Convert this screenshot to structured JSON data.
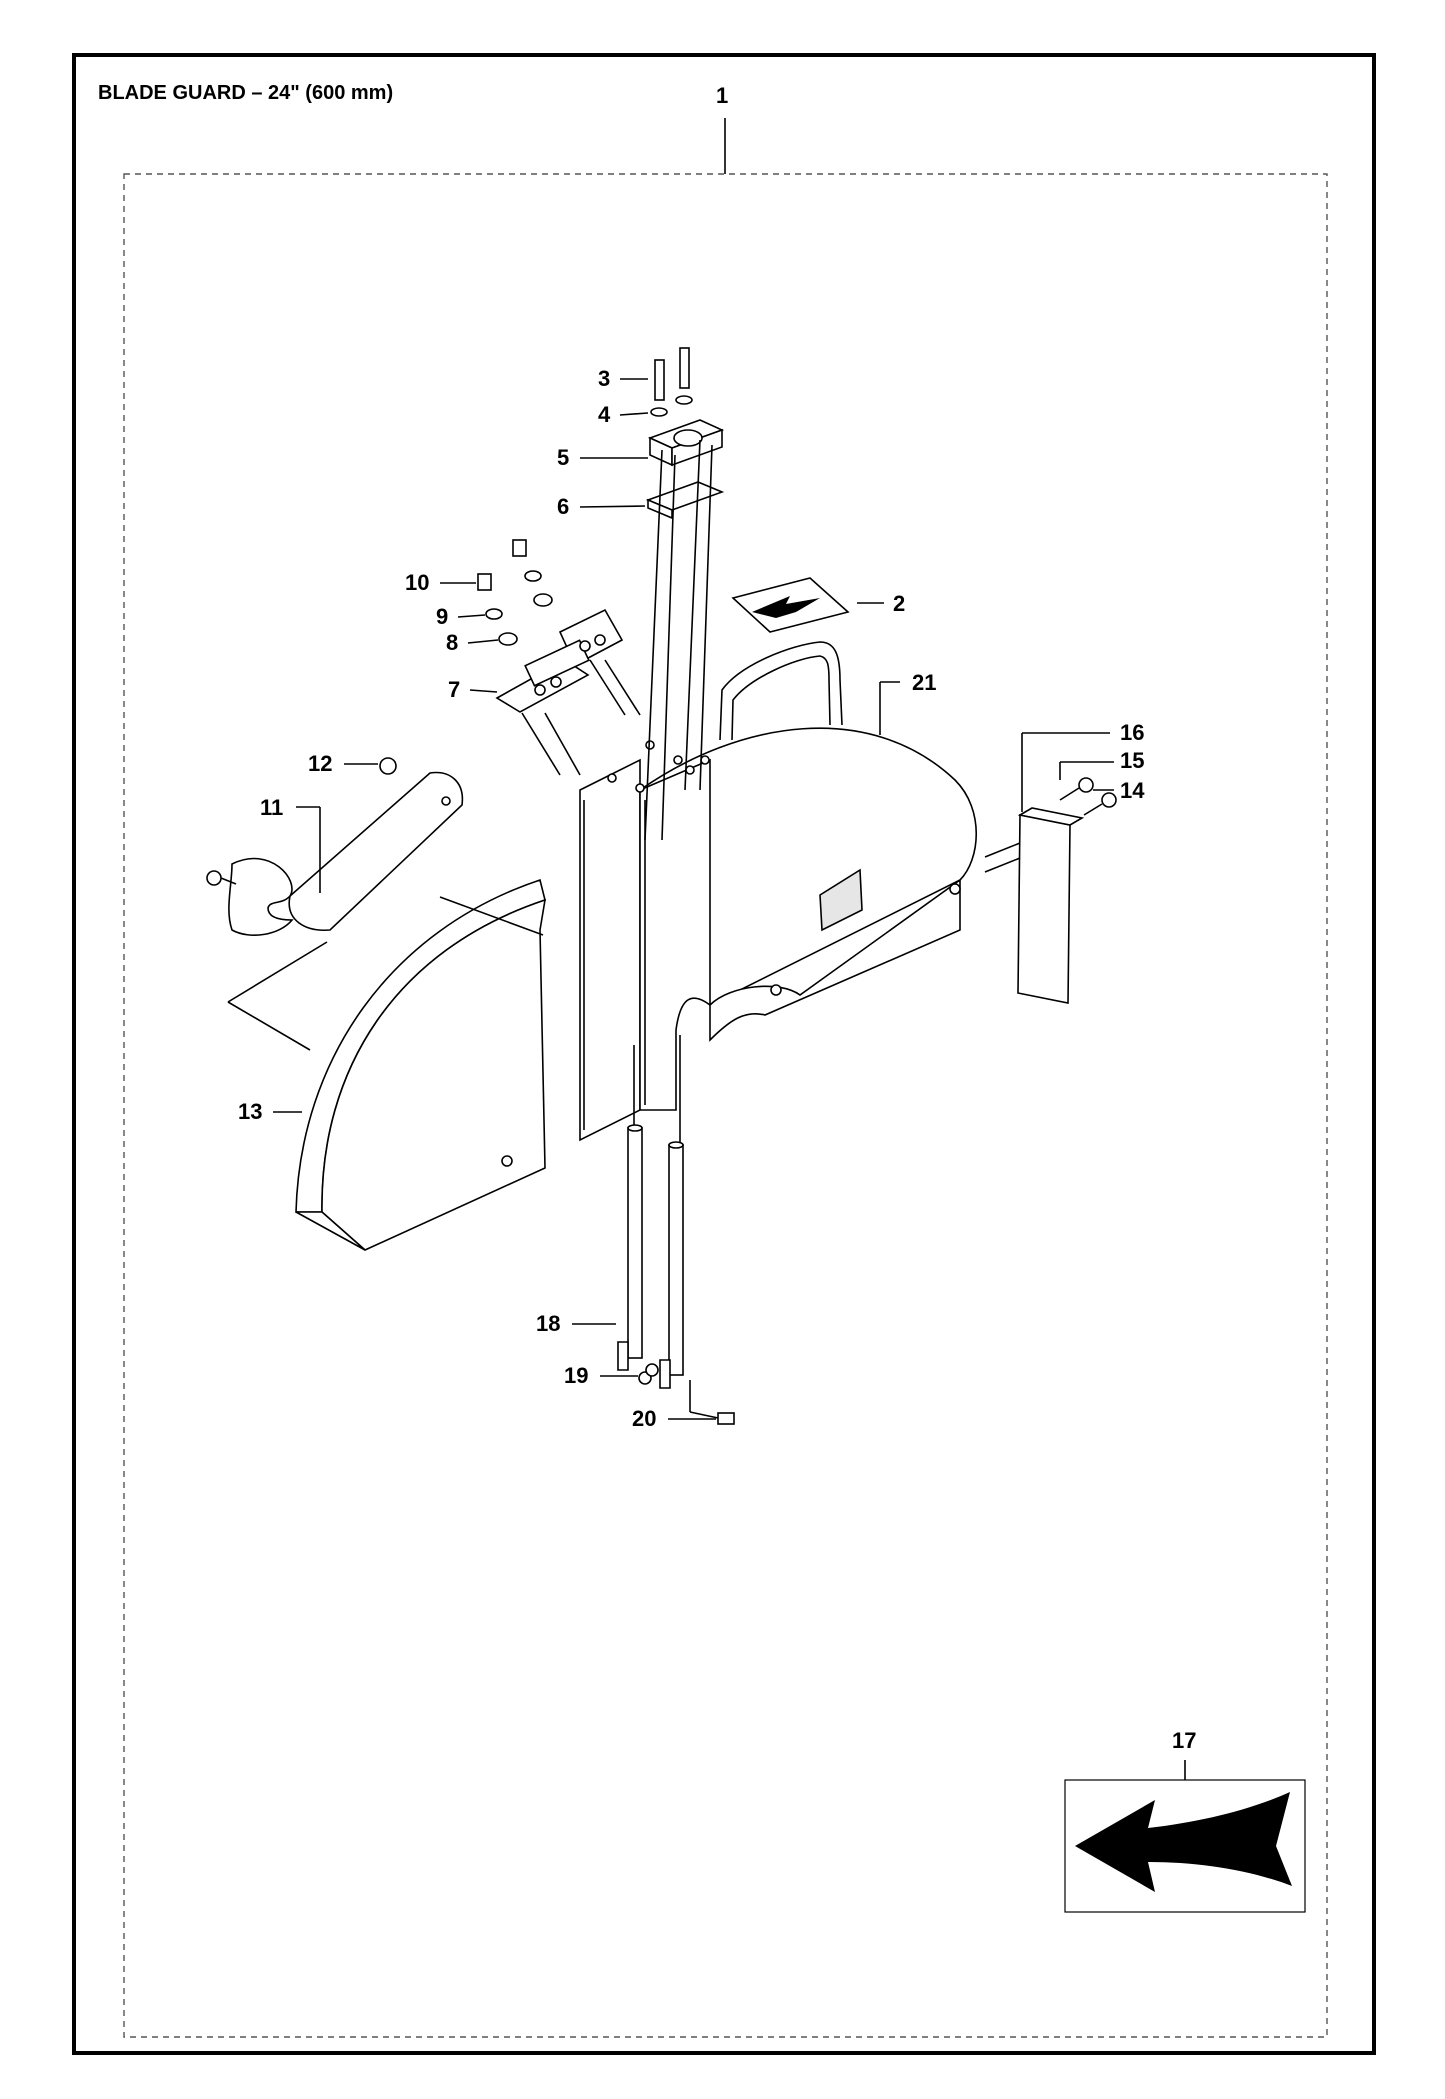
{
  "title": "BLADE GUARD – 24\" (600 mm)",
  "callouts": {
    "c1": "1",
    "c2": "2",
    "c3": "3",
    "c4": "4",
    "c5": "5",
    "c6": "6",
    "c7": "7",
    "c8": "8",
    "c9": "9",
    "c10": "10",
    "c11": "11",
    "c12": "12",
    "c13": "13",
    "c14": "14",
    "c15": "15",
    "c16": "16",
    "c17": "17",
    "c18": "18",
    "c19": "19",
    "c20": "20",
    "c21": "21"
  }
}
